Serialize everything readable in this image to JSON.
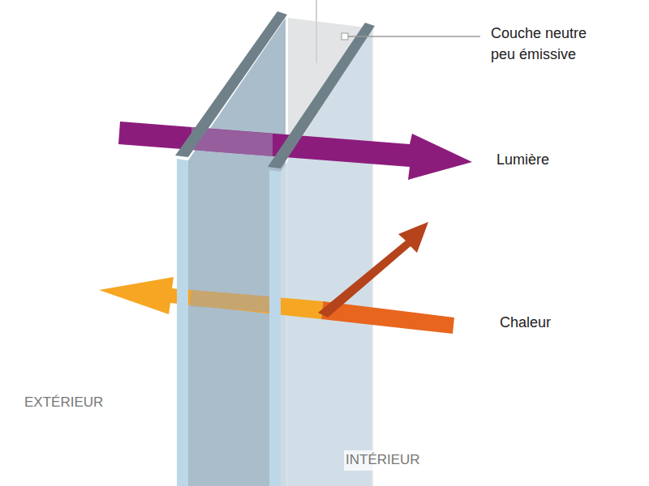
{
  "diagram": {
    "labels": [
      "Couche neutre peu émissive",
      "Lumière",
      "Chaleur",
      "EXTÉRIEUR",
      "INTÉRIEUR"
    ]
  }
}
